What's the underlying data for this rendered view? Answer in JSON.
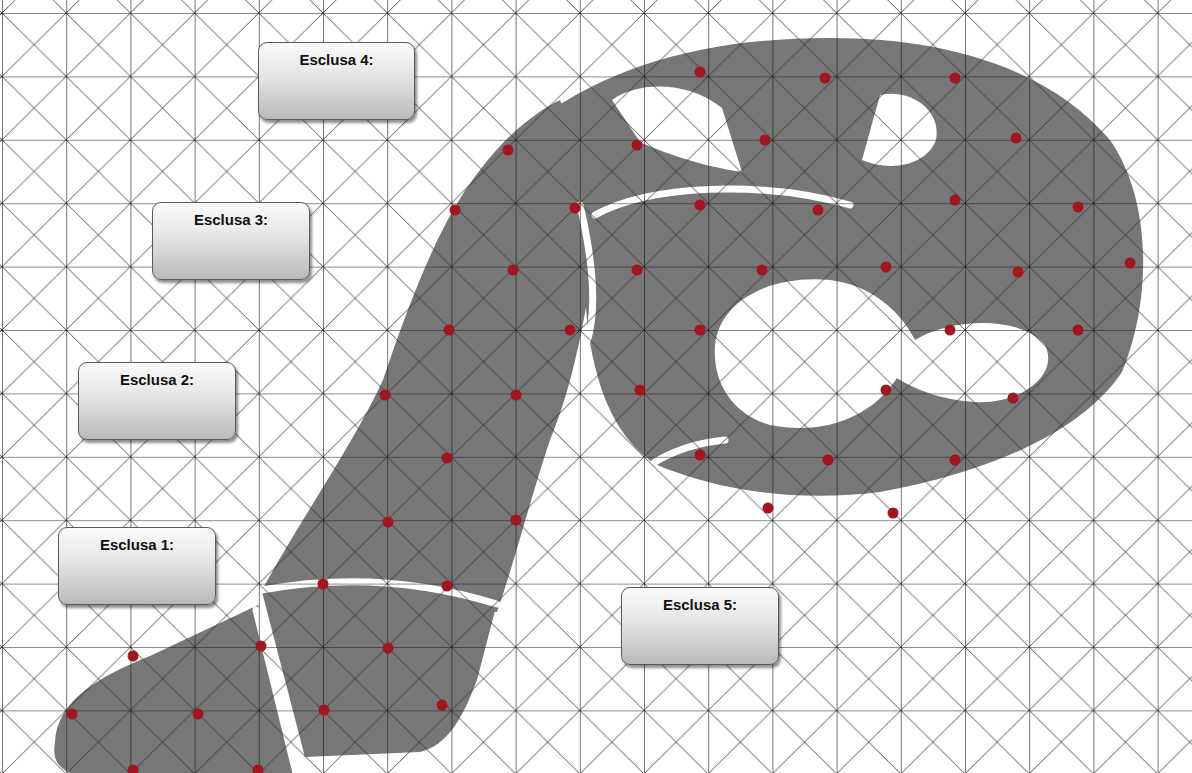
{
  "diagram": {
    "nodes": [
      {
        "text": [
          "Esclusa 4:"
        ]
      },
      {
        "text": [
          "Esclusa 3:"
        ]
      },
      {
        "text": [
          "Esclusa 2:"
        ]
      },
      {
        "text": [
          "Esclusa 1:"
        ]
      },
      {
        "text": [
          "Esclusa 5:"
        ]
      }
    ]
  }
}
